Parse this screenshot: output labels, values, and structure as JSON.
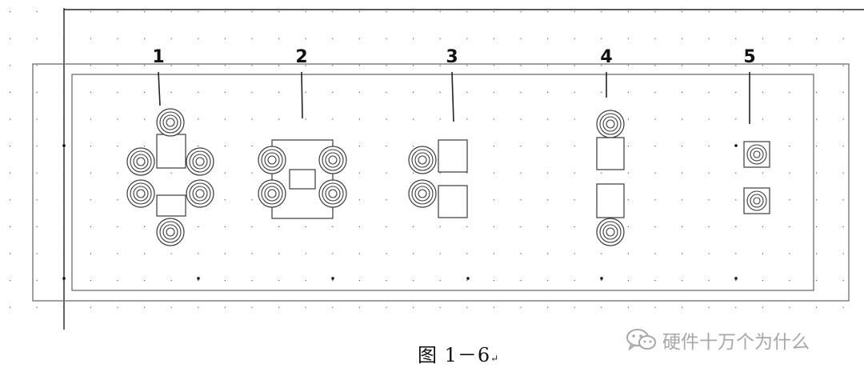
{
  "figure": {
    "caption": "图 1－6",
    "caption_mark": "↵"
  },
  "labels": [
    "1",
    "2",
    "3",
    "4",
    "5"
  ],
  "watermark": {
    "text": "硬件十万个为什么",
    "icon": "wechat-icon"
  },
  "colors": {
    "line": "#6e6e6e",
    "grid": "#555555",
    "pad": "#3a3a3a",
    "watermark": "#a8a8a8"
  }
}
